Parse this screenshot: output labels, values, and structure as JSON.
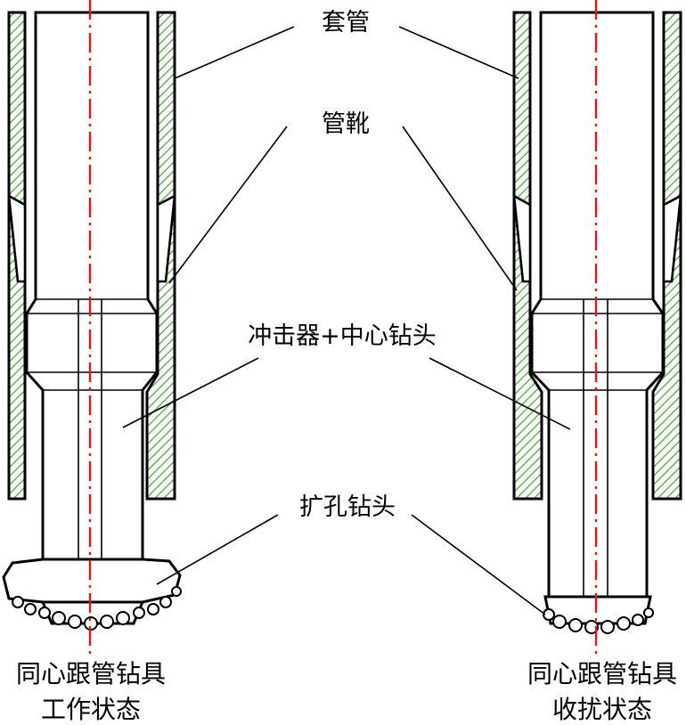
{
  "colors": {
    "hatch_fill": "#ffffff",
    "hatch_line": "#3fa82a",
    "outline": "#000000",
    "centerline": "#e01818"
  },
  "labels": {
    "casing": "套管",
    "casing_shoe": "管靴",
    "hammer_pilot": "冲击器+中心钻头",
    "reamer": "扩孔钻头"
  },
  "captions": {
    "left": {
      "line1": "同心跟管钻具",
      "line2": "工作状态"
    },
    "right": {
      "line1": "同心跟管钻具",
      "line2": "收扰状态"
    }
  }
}
